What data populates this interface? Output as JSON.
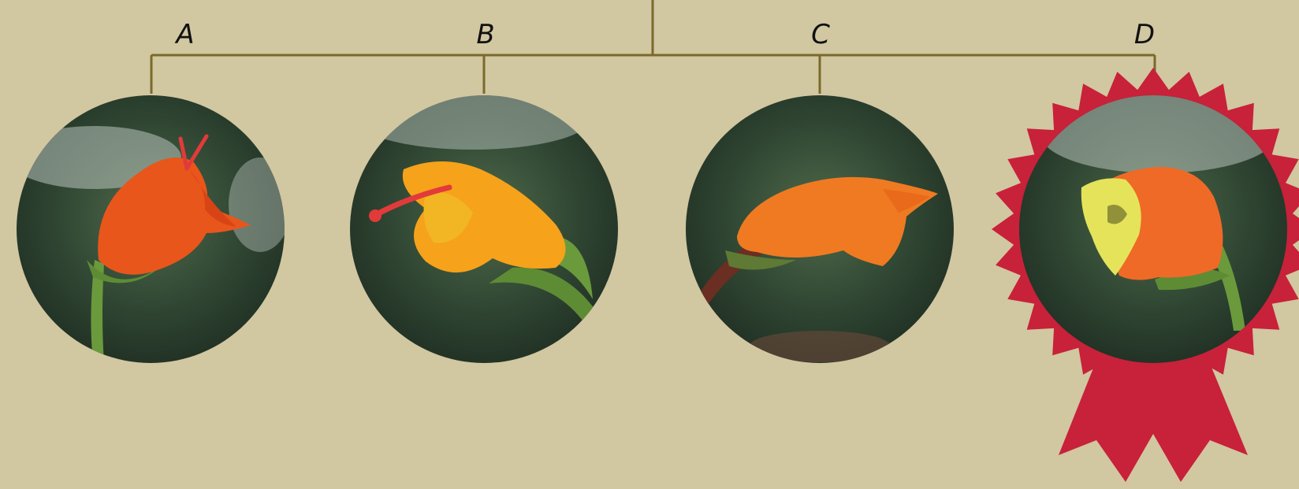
{
  "background_color": "#d1c7a1",
  "line_color": "#7a6a2a",
  "ribbon_color": "#c8213a",
  "tree": {
    "leaves": [
      {
        "id": "a",
        "label": "A",
        "corolla_color": "#e8561c",
        "throat_color": "#d94416",
        "has_stigma": true,
        "highlighted": false
      },
      {
        "id": "b",
        "label": "B",
        "corolla_color": "#f6a21a",
        "throat_color": "#f2b624",
        "has_stigma": true,
        "highlighted": false
      },
      {
        "id": "c",
        "label": "C",
        "corolla_color": "#ef7a22",
        "throat_color": "#e86a1a",
        "has_stigma": false,
        "highlighted": false
      },
      {
        "id": "d",
        "label": "D",
        "corolla_color": "#ef6a26",
        "throat_color": "#e5e35a",
        "has_stigma": false,
        "highlighted": true
      }
    ]
  }
}
